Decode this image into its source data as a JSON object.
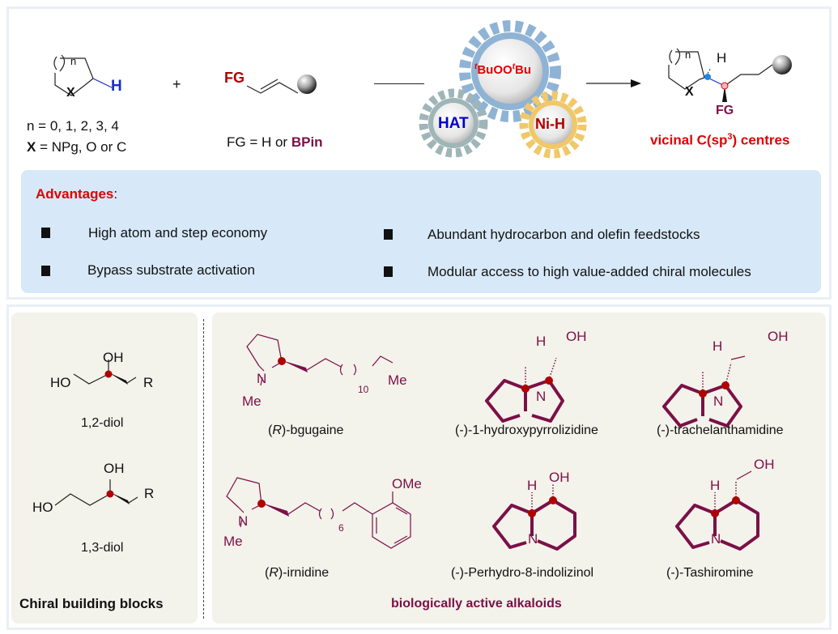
{
  "scheme": {
    "reactant1": {
      "ring_subscript": "n",
      "atom_x": "X",
      "atom_h": "H",
      "n_values": "n = 0, 1, 2, 3, 4",
      "x_label_bold": "X",
      "x_values": " = NPg, O or C"
    },
    "plus": "+",
    "reactant2": {
      "fg": "FG",
      "fg_def_prefix": "FG = H or ",
      "fg_def_bpin": "BPin"
    },
    "catalysts": {
      "oxidant_t1": "t",
      "oxidant_bu1": "BuOO",
      "oxidant_t2": "t",
      "oxidant_bu2": "Bu",
      "hat": "HAT",
      "nih": "Ni-H",
      "colors": {
        "oxidant_gear": "#8fb3d4",
        "hat_gear": "#9fb5b8",
        "nih_gear": "#f0c86a"
      }
    },
    "product": {
      "ring_subscript": "n",
      "atom_x": "X",
      "atom_h": "H",
      "fg": "FG",
      "caption_prefix": "vicinal C(sp",
      "caption_sup": "3",
      "caption_suffix": ") centres"
    }
  },
  "advantages": {
    "title": "Advantages",
    "colon": ":",
    "items": [
      "High atom and step economy",
      "Abundant hydrocarbon and olefin feedstocks",
      "Bypass substrate activation",
      "Modular access to high value-added chiral molecules"
    ]
  },
  "building_blocks": {
    "title": "Chiral building blocks",
    "items": [
      {
        "name": "1,2-diol",
        "oh": "OH",
        "ho": "HO",
        "r": "R"
      },
      {
        "name": "1,3-diol",
        "oh": "OH",
        "ho": "HO",
        "r": "R"
      }
    ]
  },
  "alkaloids": {
    "title": "biologically active alkaloids",
    "items": [
      {
        "name_prefix": "(",
        "name_italic": "R",
        "name_suffix": ")-bgugaine",
        "n": "N",
        "me": "Me",
        "count": "10",
        "end": "Me"
      },
      {
        "name": "(-)-1-hydroxypyrrolizidine",
        "h": "H",
        "oh": "OH",
        "n": "N"
      },
      {
        "name": "(-)-trachelanthamidine",
        "h": "H",
        "oh": "OH",
        "n": "N"
      },
      {
        "name_prefix": "(",
        "name_italic": "R",
        "name_suffix": ")-irnidine",
        "n": "N",
        "me": "Me",
        "count": "6",
        "ome": "OMe"
      },
      {
        "name": "(-)-Perhydro-8-indolizinol",
        "h": "H",
        "oh": "OH",
        "n": "N"
      },
      {
        "name": "(-)-Tashiromine",
        "h": "H",
        "oh": "OH",
        "n": "N"
      }
    ]
  },
  "colors": {
    "accent_red": "#e00000",
    "maroon": "#7b1046",
    "hat_blue": "#0000cc",
    "stereocenter": "#b00000",
    "advantages_bg": "#d7e9f9",
    "panel_bg": "#f3f2eb"
  }
}
